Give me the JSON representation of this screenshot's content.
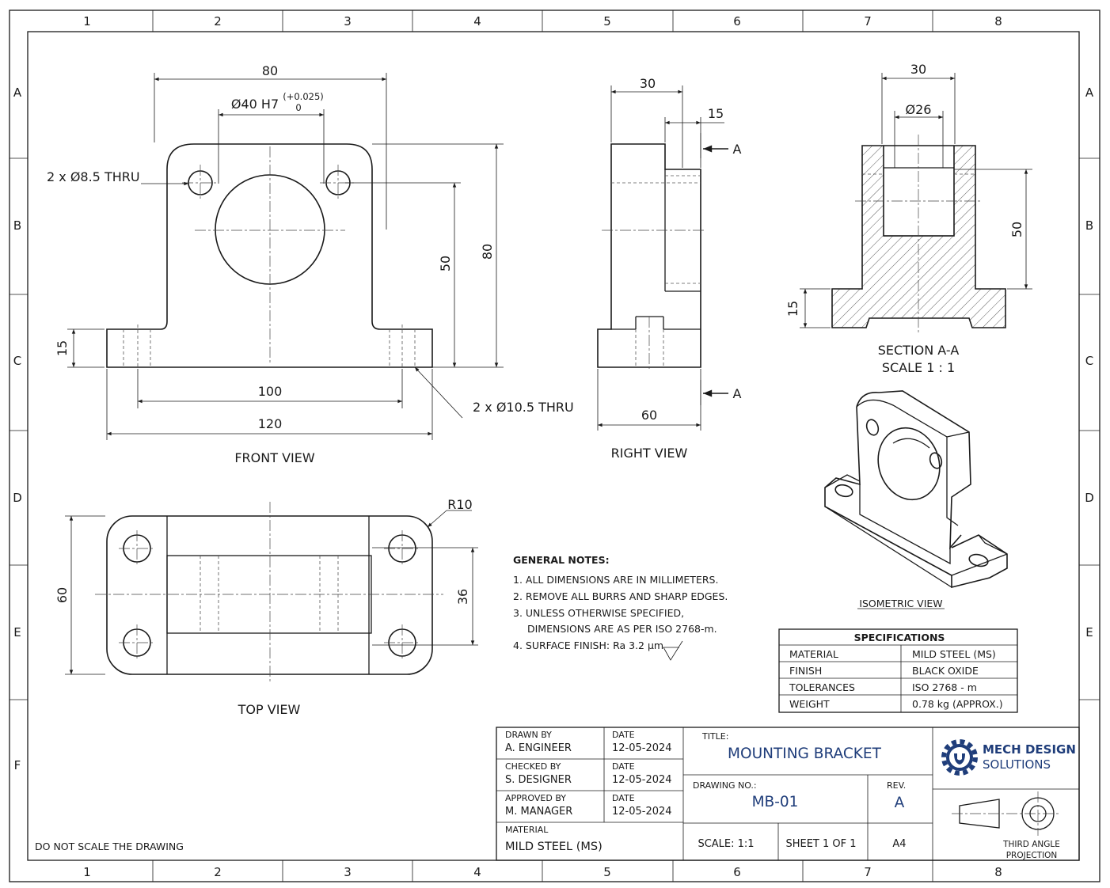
{
  "zones": {
    "columns": [
      "1",
      "2",
      "3",
      "4",
      "5",
      "6",
      "7",
      "8"
    ],
    "rows": [
      "A",
      "B",
      "C",
      "D",
      "E",
      "F"
    ]
  },
  "dims": {
    "front_width_top": "80",
    "front_bore": "Ø40 H7",
    "front_bore_tol_upper": "(+0.025)",
    "front_bore_tol_lower": "0",
    "front_holes_small": "2 x Ø8.5 THRU",
    "front_height_50": "50",
    "front_height_80": "80",
    "front_base_thk": "15",
    "front_hole_spacing": "100",
    "front_overall_width": "120",
    "front_holes_large": "2 x Ø10.5 THRU",
    "right_depth_30": "30",
    "right_15": "15",
    "right_depth_60": "60",
    "section_mark_top": "A",
    "section_mark_bottom": "A",
    "sec_30": "30",
    "sec_bore": "Ø26",
    "sec_50": "50",
    "sec_15": "15",
    "top_depth_60": "60",
    "top_36": "36",
    "top_radius": "R10"
  },
  "views": {
    "front": "FRONT VIEW",
    "right": "RIGHT VIEW",
    "section_title": "SECTION A-A",
    "section_scale": "SCALE 1 : 1",
    "isometric": "ISOMETRIC VIEW",
    "top": "TOP VIEW"
  },
  "notes": {
    "heading": "GENERAL NOTES:",
    "items": [
      "1.  ALL DIMENSIONS ARE IN MILLIMETERS.",
      "2.  REMOVE ALL BURRS AND SHARP EDGES.",
      "3.  UNLESS OTHERWISE SPECIFIED,",
      "DIMENSIONS ARE AS PER ISO 2768-m.",
      "4.  SURFACE FINISH: Ra 3.2 µm"
    ]
  },
  "specs": {
    "heading": "SPECIFICATIONS",
    "rows": [
      {
        "k": "MATERIAL",
        "v": "MILD STEEL (MS)"
      },
      {
        "k": "FINISH",
        "v": "BLACK OXIDE"
      },
      {
        "k": "TOLERANCES",
        "v": "ISO 2768 - m"
      },
      {
        "k": "WEIGHT",
        "v": "0.78 kg (APPROX.)"
      }
    ]
  },
  "title_block": {
    "drawn_by_label": "DRAWN BY",
    "drawn_by": "A. ENGINEER",
    "checked_by_label": "CHECKED BY",
    "checked_by": "S. DESIGNER",
    "approved_by_label": "APPROVED BY",
    "approved_by": "M. MANAGER",
    "date_label": "DATE",
    "date1": "12-05-2024",
    "date2": "12-05-2024",
    "date3": "12-05-2024",
    "material_label": "MATERIAL",
    "material": "MILD STEEL (MS)",
    "title_label": "TITLE:",
    "title": "MOUNTING BRACKET",
    "drawing_no_label": "DRAWING NO.:",
    "drawing_no": "MB-01",
    "rev_label": "REV.",
    "rev": "A",
    "scale": "SCALE: 1:1",
    "sheet": "SHEET 1 OF 1",
    "size": "A4",
    "company_line1": "MECH DESIGN",
    "company_line2": "SOLUTIONS",
    "projection_line1": "THIRD ANGLE",
    "projection_line2": "PROJECTION"
  },
  "footer_note": "DO NOT SCALE THE DRAWING",
  "colors": {
    "brand": "#1f3d7a",
    "ink": "#1a1a1a"
  }
}
